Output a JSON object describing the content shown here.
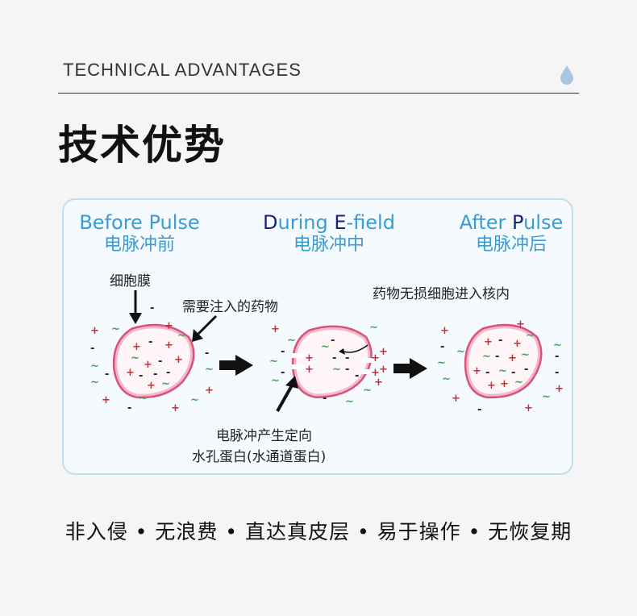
{
  "header": {
    "eyebrow": "TECHNICAL ADVANTAGES",
    "title": "技术优势",
    "drop_icon": "water-drop-icon",
    "accent_color": "#a9c7e0"
  },
  "diagram": {
    "stages": [
      {
        "en_prefix": "Before Pulse",
        "en_highlight": "",
        "en_suffix": "",
        "cn": "电脉冲前"
      },
      {
        "en_prefix": "",
        "en_highlight": "D",
        "en_suffix": "uring ",
        "en_highlight2": "E",
        "en_suffix2": "-field",
        "cn": "电脉冲中"
      },
      {
        "en_prefix": "After ",
        "en_highlight": "P",
        "en_suffix": "ulse",
        "cn": "电脉冲后"
      }
    ],
    "labels": {
      "membrane": "细胞膜",
      "drug": "需要注入的药物",
      "result": "药物无损细胞进入核内",
      "pulse_line1": "电脉冲产生定向",
      "pulse_line2": "水孔蛋白(水通道蛋白)"
    },
    "colors": {
      "title_blue": "#3a9bd3",
      "membrane_fill": "#f3b8c9",
      "membrane_stroke": "#d6537a",
      "plus": "#e0232e",
      "tilde": "#3aa845",
      "minus": "#222222",
      "border": "#bfe0ec"
    }
  },
  "footer": {
    "text": "非入侵 • 无浪费 • 直达真皮层 • 易于操作 • 无恢复期"
  }
}
